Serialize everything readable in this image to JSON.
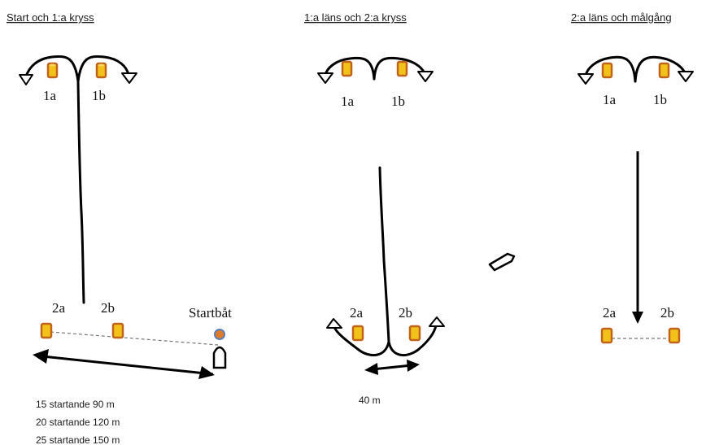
{
  "panels": {
    "start": {
      "title": "Start och 1:a kryss",
      "mark_1a": "1a",
      "mark_1b": "1b",
      "mark_2a": "2a",
      "mark_2b": "2b",
      "start_boat": "Startbåt",
      "lengths": [
        "15 startande 90 m",
        "20 startande 120 m",
        "25 startande 150 m"
      ]
    },
    "middle": {
      "title": "1:a läns och 2:a kryss",
      "mark_1a": "1a",
      "mark_1b": "1b",
      "mark_2a": "2a",
      "mark_2b": "2b",
      "gate_width": "40 m"
    },
    "finish": {
      "title": "2:a läns och målgång",
      "mark_1a": "1a",
      "mark_1b": "1b",
      "mark_2a": "2a",
      "mark_2b": "2b"
    }
  },
  "colors": {
    "buoy_fill": "#f2c21b",
    "buoy_outline": "#c0631a",
    "start_boat_buoy": "#e07b2a",
    "start_boat_buoy_ring": "#5b7fb5"
  }
}
